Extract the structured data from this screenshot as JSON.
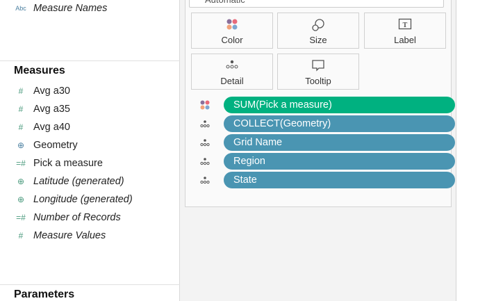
{
  "dimensions": {
    "items": [
      {
        "icon": "abc-icon",
        "type_label": "Abc",
        "label": "Measure Names",
        "italic": true
      }
    ]
  },
  "measures": {
    "heading": "Measures",
    "items": [
      {
        "icon": "number-icon",
        "glyph": "#",
        "label": "Avg a30",
        "italic": false
      },
      {
        "icon": "number-icon",
        "glyph": "#",
        "label": "Avg a35",
        "italic": false
      },
      {
        "icon": "number-icon",
        "glyph": "#",
        "label": "Avg a40",
        "italic": false
      },
      {
        "icon": "globe-icon",
        "glyph": "⊕",
        "label": "Geometry",
        "italic": false
      },
      {
        "icon": "calculated-number-icon",
        "glyph": "=#",
        "label": "Pick a measure",
        "italic": false
      },
      {
        "icon": "globe-icon",
        "glyph": "⊕",
        "label": "Latitude (generated)",
        "italic": true
      },
      {
        "icon": "globe-icon",
        "glyph": "⊕",
        "label": "Longitude (generated)",
        "italic": true
      },
      {
        "icon": "calculated-number-icon",
        "glyph": "=#",
        "label": "Number of Records",
        "italic": true
      },
      {
        "icon": "number-icon",
        "glyph": "#",
        "label": "Measure Values",
        "italic": true
      }
    ]
  },
  "parameters": {
    "heading": "Parameters"
  },
  "marks": {
    "mark_type": "Automatic",
    "buttons": [
      {
        "label": "Color",
        "icon": "color-icon"
      },
      {
        "label": "Size",
        "icon": "size-icon"
      },
      {
        "label": "Label",
        "icon": "label-icon"
      },
      {
        "label": "Detail",
        "icon": "detail-icon"
      },
      {
        "label": "Tooltip",
        "icon": "tooltip-icon"
      }
    ],
    "pills": [
      {
        "label": "SUM(Pick a measure)",
        "icon": "color-icon",
        "color": "#00b180"
      },
      {
        "label": "COLLECT(Geometry)",
        "icon": "detail-icon",
        "color": "#4a95b2"
      },
      {
        "label": "Grid Name",
        "icon": "detail-icon",
        "color": "#4a95b2"
      },
      {
        "label": "Region",
        "icon": "detail-icon",
        "color": "#4a95b2"
      },
      {
        "label": "State",
        "icon": "detail-icon",
        "color": "#4a95b2"
      }
    ]
  }
}
